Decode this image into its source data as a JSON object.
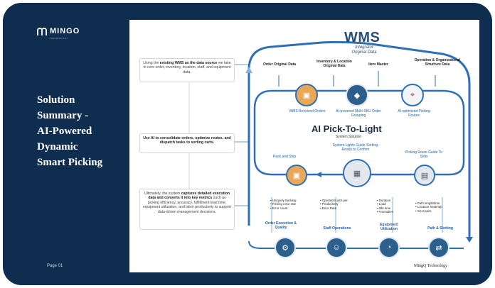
{
  "brand": {
    "name": "MINGO",
    "tagline": "TECHNOLOGY"
  },
  "title_lines": [
    "Solution",
    "Summary -",
    "AI-Powered",
    "Dynamic",
    "Smart Picking"
  ],
  "page_label": "Page 01",
  "notes": [
    {
      "pre": "Using the ",
      "bold": "existing WMS as the data source",
      "post": " we take in core order, inventory, location, staff, and equipment data."
    },
    {
      "pre": "",
      "bold": "Use AI to consolidate orders, optimize routes, and dispatch tasks to sorting carts.",
      "post": ""
    },
    {
      "pre": "Ultimately, the system ",
      "bold": "captures detailed execution data and converts it into key metrics",
      "post": " such as picking efficiency, accuracy, fulfillment lead time, equipment utilization, and labor productivity to support data-driven management decisions."
    }
  ],
  "wms": {
    "title": "WMS",
    "sub1": "Integrator",
    "sub2": "Original Data"
  },
  "sources": [
    "Order Original Data",
    "Inventory & Location Original Data",
    "Item Master",
    "Operation & Organizational Structure Data"
  ],
  "process": [
    "WMS Received Orders",
    "AI-powered Multi-SKU Order Grouping",
    "AI-optimized Picking Routes"
  ],
  "core": {
    "title": "AI Pick-To-Light",
    "sub": "System Solution"
  },
  "steps": [
    "Pack and Ship",
    "System Lights Guide Sorting, Ready to Confirm",
    "Picking Route Guide To Slots"
  ],
  "metrics": [
    {
      "label": "Order Execution & Quality",
      "items": [
        "Uniquely tracking",
        "Picking error rate",
        "Error count"
      ]
    },
    {
      "label": "Staff Operations",
      "items": [
        "Operators pick per",
        "Productivity",
        "Error Rate"
      ]
    },
    {
      "label": "Equipment Utilization",
      "items": [
        "Duration",
        "Load",
        "Idle time",
        "Anomalies"
      ]
    },
    {
      "label": "Path & Slotting",
      "items": [
        "Path length/time",
        "Location heatmap",
        "SKU pairs"
      ]
    }
  ],
  "footer": "MingQ Technology",
  "colors": {
    "bg": "#0e2d4f",
    "flow": "#2f6fb5",
    "flow_light": "#7fb2e5",
    "circle": "#2d5f8d"
  }
}
